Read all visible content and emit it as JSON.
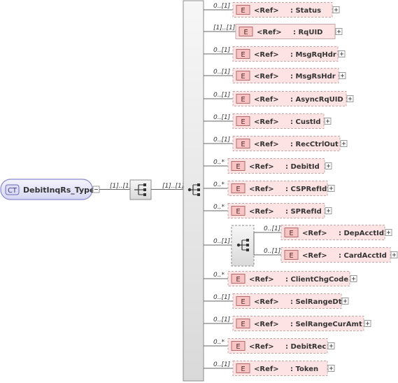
{
  "root": {
    "badge": "CT",
    "name": "DebitInqRs_Type",
    "occurs": "[1]..[1]"
  },
  "sequence": {
    "occurs": "[1]..[1]"
  },
  "elements": [
    {
      "occurs": "0..[1]",
      "ref": "<Ref>",
      "name": ": Status",
      "optional": true,
      "expand": true
    },
    {
      "occurs": "[1]..[1]",
      "ref": "<Ref>",
      "name": ": RqUID",
      "optional": false,
      "expand": true
    },
    {
      "occurs": "0..[1]",
      "ref": "<Ref>",
      "name": ": MsgRqHdr",
      "optional": true,
      "expand": true
    },
    {
      "occurs": "0..[1]",
      "ref": "<Ref>",
      "name": ": MsgRsHdr",
      "optional": true,
      "expand": true
    },
    {
      "occurs": "0..[1]",
      "ref": "<Ref>",
      "name": ": AsyncRqUID",
      "optional": true,
      "expand": true
    },
    {
      "occurs": "0..[1]",
      "ref": "<Ref>",
      "name": ": CustId",
      "optional": true,
      "expand": true
    },
    {
      "occurs": "0..[1]",
      "ref": "<Ref>",
      "name": ": RecCtrlOut",
      "optional": true,
      "expand": true
    },
    {
      "occurs": "0..*",
      "ref": "<Ref>",
      "name": ": DebitId",
      "optional": true,
      "expand": true
    },
    {
      "occurs": "0..*",
      "ref": "<Ref>",
      "name": ": CSPRefId",
      "optional": true,
      "expand": true
    },
    {
      "occurs": "0..*",
      "ref": "<Ref>",
      "name": ": SPRefId",
      "optional": true,
      "expand": true
    },
    {
      "occurs": "0..[1]",
      "group": true,
      "children": [
        {
          "occurs": "0..[1]",
          "ref": "<Ref>",
          "name": ": DepAcctId",
          "optional": true,
          "expand": true
        },
        {
          "occurs": "0..[1]",
          "ref": "<Ref>",
          "name": ": CardAcctId",
          "optional": true,
          "expand": true
        }
      ]
    },
    {
      "occurs": "0..*",
      "ref": "<Ref>",
      "name": ": ClientChgCode",
      "optional": true,
      "expand": true
    },
    {
      "occurs": "0..[1]",
      "ref": "<Ref>",
      "name": ": SelRangeDt",
      "optional": true,
      "expand": true
    },
    {
      "occurs": "0..[1]",
      "ref": "<Ref>",
      "name": ": SelRangeCurAmt",
      "optional": true,
      "expand": true
    },
    {
      "occurs": "0..*",
      "ref": "<Ref>",
      "name": ": DebitRec",
      "optional": true,
      "expand": true
    },
    {
      "occurs": "0..[1]",
      "ref": "<Ref>",
      "name": ": Token",
      "optional": true,
      "expand": true
    }
  ],
  "element_badge": "E",
  "colors": {
    "ct_fill": "#dcdcf6",
    "ct_stroke": "#8a8ad0",
    "el_fill": "#fde3e3",
    "el_stroke": "#c2a8a8",
    "badge_fill": "#f7c4c4",
    "badge_stroke": "#b46a6a",
    "group_fill": "#e8e8e8",
    "line": "#666666",
    "text": "#333333"
  }
}
